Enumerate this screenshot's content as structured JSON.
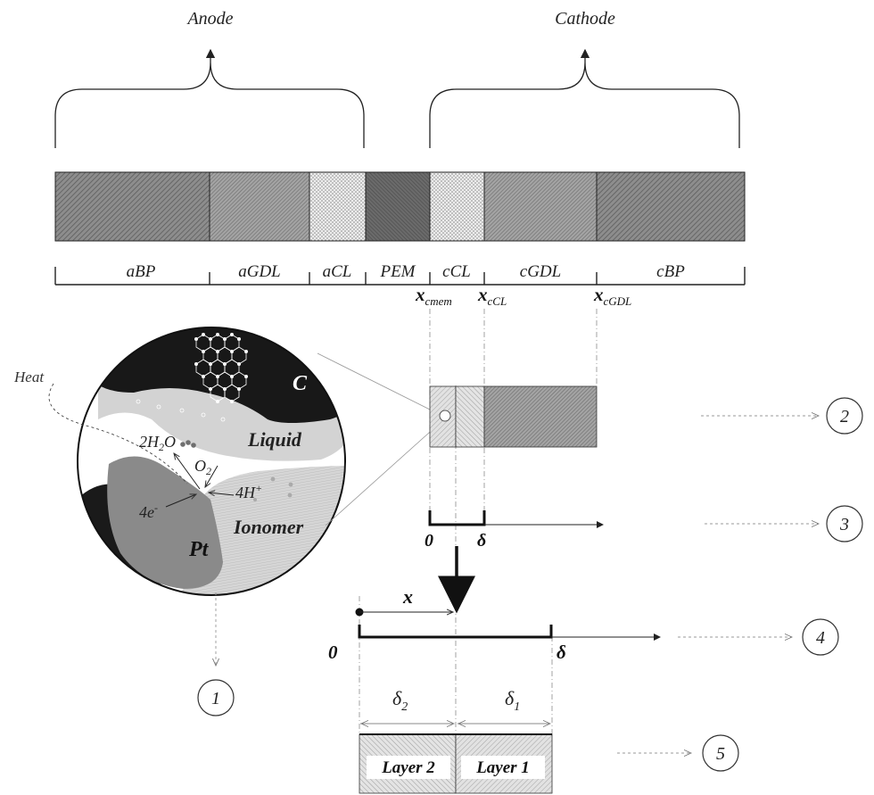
{
  "headers": {
    "anode": "Anode",
    "cathode": "Cathode"
  },
  "layers": [
    {
      "id": "abp",
      "label": "aBP"
    },
    {
      "id": "agdl",
      "label": "aGDL"
    },
    {
      "id": "acl",
      "label": "aCL"
    },
    {
      "id": "pem",
      "label": "PEM"
    },
    {
      "id": "ccl",
      "label": "cCL"
    },
    {
      "id": "cgdl",
      "label": "cGDL"
    },
    {
      "id": "cbp",
      "label": "cBP"
    }
  ],
  "positions": {
    "cmem": {
      "main": "x",
      "sub": "cmem"
    },
    "ccl": {
      "main": "x",
      "sub": "cCL"
    },
    "cgdl": {
      "main": "x",
      "sub": "cGDL"
    }
  },
  "microstructure": {
    "carbon": "C",
    "liquid": "Liquid",
    "ionomer": "Ionomer",
    "platinum": "Pt",
    "heat": "Heat",
    "water": {
      "main": "2H",
      "sub": "2",
      "tail": "O"
    },
    "oxygen": {
      "main": "O",
      "sub": "2"
    },
    "protons": {
      "main": "4H",
      "sup": "+"
    },
    "electrons": {
      "main": "4e",
      "sup": "-"
    }
  },
  "axis_levels": {
    "origin": "0",
    "delta": "δ",
    "x_var": "x"
  },
  "sublayers": {
    "delta2": {
      "main": "δ",
      "sub": "2"
    },
    "delta1": {
      "main": "δ",
      "sub": "1"
    },
    "layer2": "Layer 2",
    "layer1": "Layer 1"
  },
  "steps": [
    "1",
    "2",
    "3",
    "4",
    "5"
  ]
}
